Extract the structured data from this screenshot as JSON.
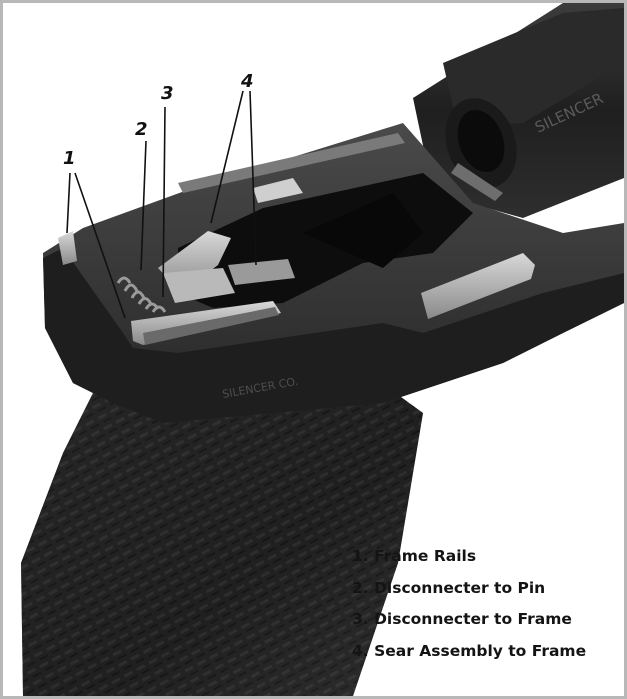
{
  "figure": {
    "callouts": [
      {
        "id": "1",
        "label": "1"
      },
      {
        "id": "2",
        "label": "2"
      },
      {
        "id": "3",
        "label": "3"
      },
      {
        "id": "4",
        "label": "4"
      }
    ],
    "legend": [
      {
        "label": "1. Frame Rails"
      },
      {
        "label": "2. Disconnecter to Pin"
      },
      {
        "label": "3. Disconnecter to Frame"
      },
      {
        "label": "4. Sear Assembly to Frame"
      }
    ],
    "embossed_text": {
      "slide": "SILENCER",
      "frame": "SILENCER CO."
    }
  }
}
